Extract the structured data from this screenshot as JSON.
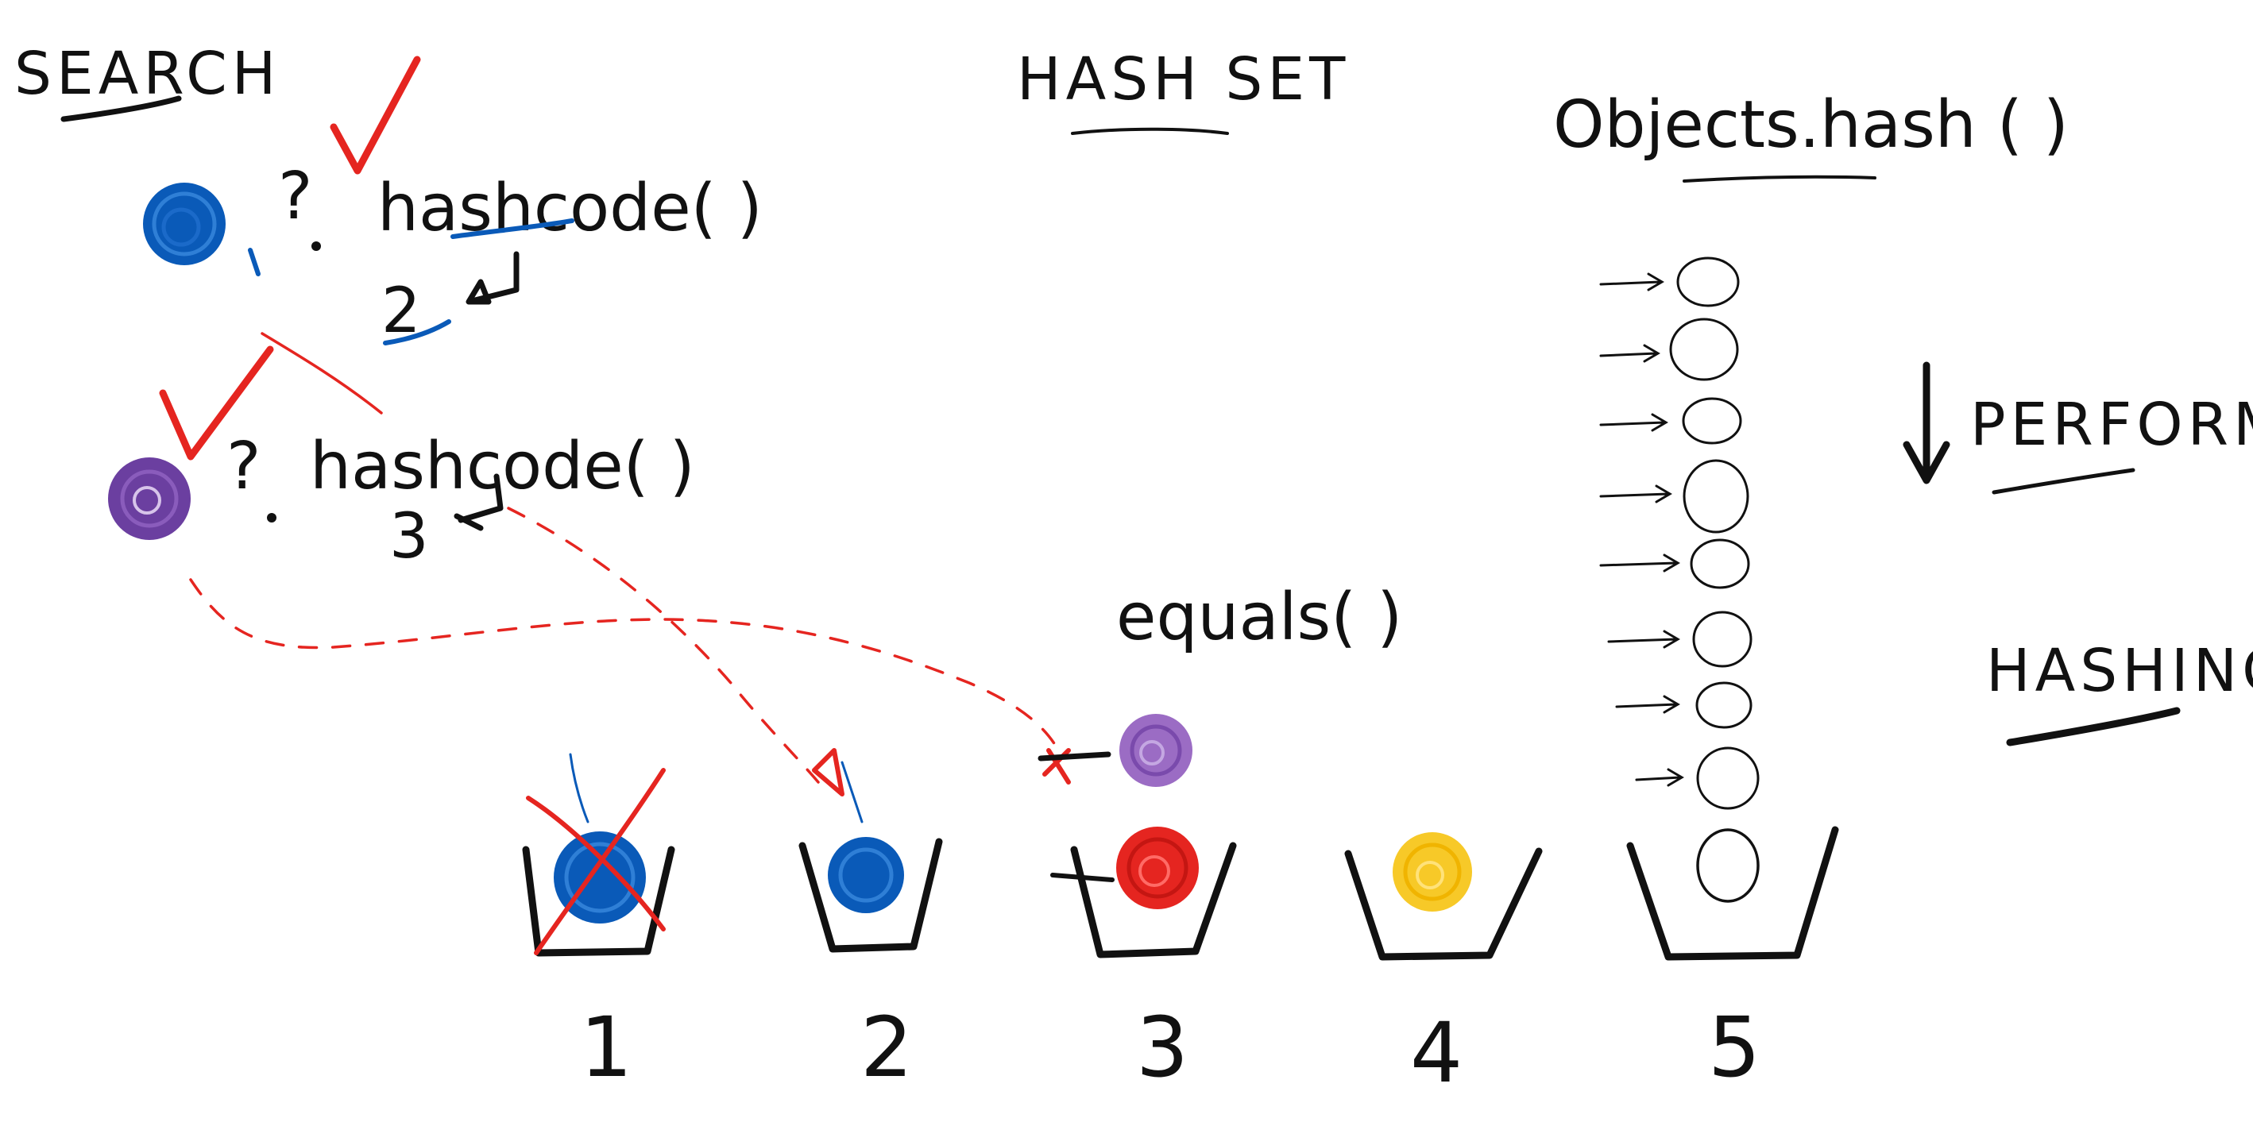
{
  "labels": {
    "search": "SEARCH",
    "hash_set": "HASH SET",
    "objects_hash": "Objects.hash ( )",
    "hashcode_top": "hashcode( )",
    "hashcode_bottom": "hashcode( )",
    "question": "?",
    "equals": "equals( )",
    "perform": "PERFORM",
    "hashing": "HASHING",
    "result_top": "2",
    "result_bottom": "3"
  },
  "buckets": [
    {
      "number": "1",
      "ball_color": "#0a5ab8",
      "crossed_out": true
    },
    {
      "number": "2",
      "ball_color": "#0a5ab8",
      "crossed_out": false
    },
    {
      "number": "3",
      "ball_color": "#e52520",
      "crossed_out": false
    },
    {
      "number": "4",
      "ball_color": "#f7c928",
      "crossed_out": false
    },
    {
      "number": "5",
      "ball_color": "",
      "crossed_out": false
    }
  ],
  "search_objects": [
    {
      "color": "#0a5ab8",
      "checked": true
    },
    {
      "color": "#6b3fa0",
      "checked": true
    }
  ],
  "compared_object_color": "#9b6cc4",
  "colors": {
    "ink": "#111111",
    "check": "#e52520",
    "blue": "#0a5ab8",
    "purple": "#6b3fa0",
    "red": "#e52520",
    "yellow": "#f7c928"
  }
}
